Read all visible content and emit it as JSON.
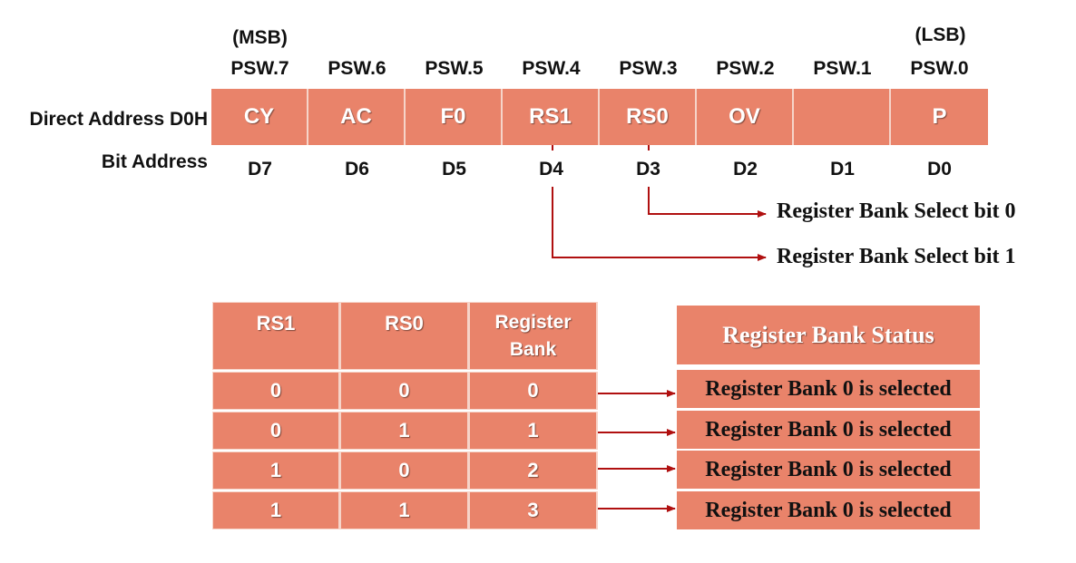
{
  "psw": {
    "msb_label": "(MSB)",
    "lsb_label": "(LSB)",
    "headers": [
      "PSW.7",
      "PSW.6",
      "PSW.5",
      "PSW.4",
      "PSW.3",
      "PSW.2",
      "PSW.1",
      "PSW.0"
    ],
    "bits": [
      "CY",
      "AC",
      "F0",
      "RS1",
      "RS0",
      "OV",
      "",
      "P"
    ],
    "bit_addresses": [
      "D7",
      "D6",
      "D5",
      "D4",
      "D3",
      "D2",
      "D1",
      "D0"
    ],
    "direct_address_label": "Direct Address D0H",
    "bit_address_label": "Bit Address"
  },
  "annotations": {
    "rs0_label": "Register Bank Select bit 0",
    "rs1_label": "Register Bank Select bit 1"
  },
  "bank_table": {
    "headers": [
      "RS1",
      "RS0",
      "Register Bank"
    ],
    "rows": [
      [
        "0",
        "0",
        "0"
      ],
      [
        "0",
        "1",
        "1"
      ],
      [
        "1",
        "0",
        "2"
      ],
      [
        "1",
        "1",
        "3"
      ]
    ]
  },
  "status": {
    "title": "Register Bank Status",
    "rows": [
      "Register Bank 0 is selected",
      "Register Bank 0 is selected",
      "Register Bank 0 is selected",
      "Register Bank 0 is selected"
    ]
  },
  "colors": {
    "cell_fill": "#E9836A",
    "arrow": "#B01010"
  }
}
